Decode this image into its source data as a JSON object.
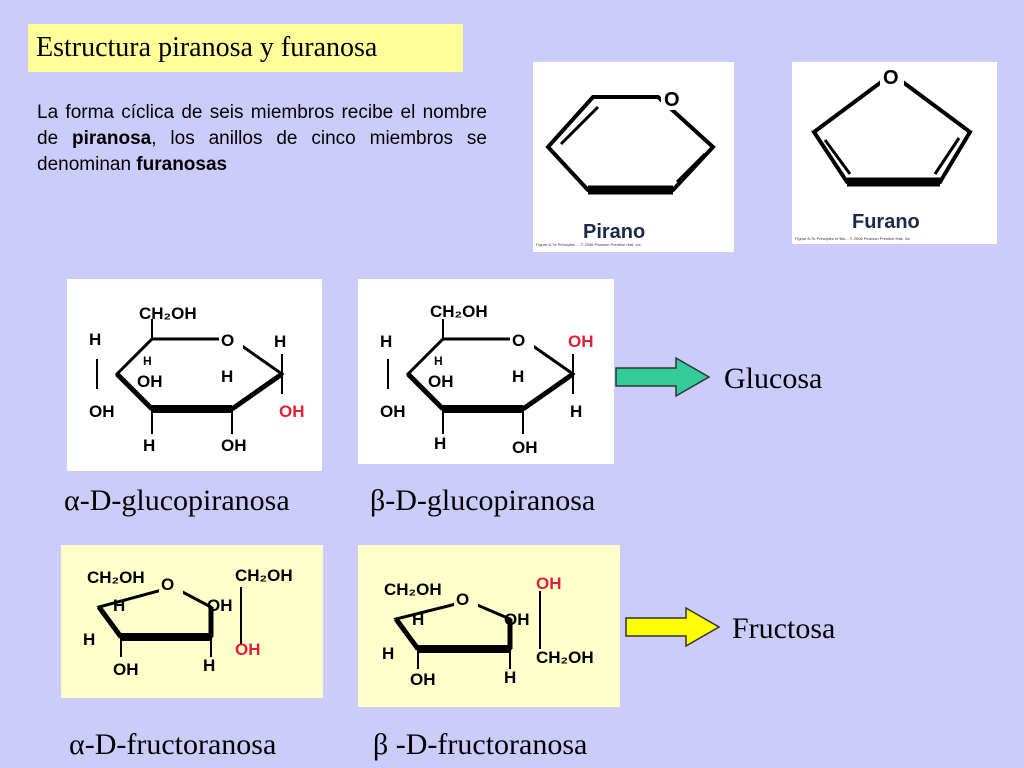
{
  "title": "Estructura piranosa y furanosa",
  "description": {
    "part1": "La forma cíclica de seis miembros recibe el nombre de ",
    "bold1": "piranosa",
    "part2": ", los anillos de cinco miembros se denominan ",
    "bold2": "furanosas"
  },
  "rings": {
    "pirano": {
      "label": "Pirano",
      "atom": "O",
      "figure_note": "Figure 8-7a Principles ... © 2006 Pearson Prentice Hall, Inc."
    },
    "furano": {
      "label": "Furano",
      "atom": "O",
      "figure_note": "Figure 8-7b Principles of Bio... © 2006 Pearson Prentice Hall, Inc."
    }
  },
  "glucose": {
    "alpha_label": "α-D-glucopiranosa",
    "beta_label": "β-D-glucopiranosa",
    "group_label": "Glucosa",
    "atoms": {
      "ch2oh": "CH₂OH",
      "o": "O",
      "h": "H",
      "oh": "OH"
    }
  },
  "fructose": {
    "alpha_label": "α-D-fructoranosa",
    "beta_label": "β -D-fructoranosa",
    "group_label": "Fructosa",
    "atoms": {
      "ch2oh": "CH₂OH",
      "o": "O",
      "h": "H",
      "oh": "OH"
    }
  },
  "colors": {
    "background": "#ccccfb",
    "title_bg": "#ffff99",
    "highlight_red": "#e0203a",
    "glucose_arrow": "#33cc99",
    "fructose_arrow": "#ffff00"
  }
}
